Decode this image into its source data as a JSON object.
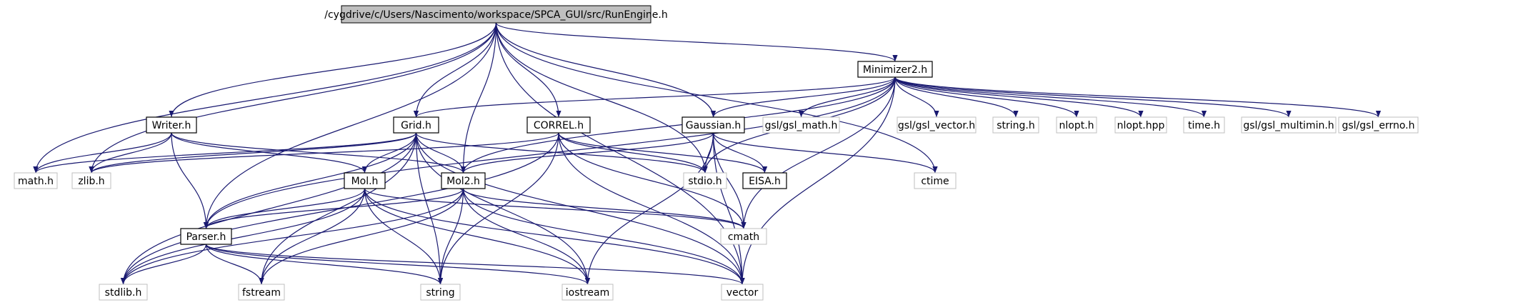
{
  "diagram": {
    "type": "include-dependency-graph",
    "root": "/cygdrive/c/Users/Nascimento/workspace/SPCA_GUI/src/RunEngine.h",
    "edge_color": "#191970",
    "nodes": [
      {
        "id": "root",
        "label": "/cygdrive/c/Users/Nascimento/workspace/SPCA_GUI/src/RunEngine.h",
        "style": "root"
      },
      {
        "id": "minimizer2",
        "label": "Minimizer2.h",
        "style": "solid"
      },
      {
        "id": "writer",
        "label": "Writer.h",
        "style": "solid"
      },
      {
        "id": "grid",
        "label": "Grid.h",
        "style": "solid"
      },
      {
        "id": "correl",
        "label": "CORREL.h",
        "style": "solid"
      },
      {
        "id": "gaussian",
        "label": "Gaussian.h",
        "style": "solid"
      },
      {
        "id": "gsl_math",
        "label": "gsl/gsl_math.h",
        "style": "external"
      },
      {
        "id": "gsl_vector",
        "label": "gsl/gsl_vector.h",
        "style": "external"
      },
      {
        "id": "string_h",
        "label": "string.h",
        "style": "external"
      },
      {
        "id": "nlopt_h",
        "label": "nlopt.h",
        "style": "external"
      },
      {
        "id": "nlopt_hpp",
        "label": "nlopt.hpp",
        "style": "external"
      },
      {
        "id": "time_h",
        "label": "time.h",
        "style": "external"
      },
      {
        "id": "gsl_multimin",
        "label": "gsl/gsl_multimin.h",
        "style": "external"
      },
      {
        "id": "gsl_errno",
        "label": "gsl/gsl_errno.h",
        "style": "external"
      },
      {
        "id": "math_h",
        "label": "math.h",
        "style": "external"
      },
      {
        "id": "zlib_h",
        "label": "zlib.h",
        "style": "external"
      },
      {
        "id": "mol",
        "label": "Mol.h",
        "style": "solid"
      },
      {
        "id": "mol2",
        "label": "Mol2.h",
        "style": "solid"
      },
      {
        "id": "stdio_h",
        "label": "stdio.h",
        "style": "external"
      },
      {
        "id": "eisa",
        "label": "EISA.h",
        "style": "solid"
      },
      {
        "id": "ctime",
        "label": "ctime",
        "style": "external"
      },
      {
        "id": "parser",
        "label": "Parser.h",
        "style": "solid"
      },
      {
        "id": "cmath",
        "label": "cmath",
        "style": "external"
      },
      {
        "id": "stdlib_h",
        "label": "stdlib.h",
        "style": "external"
      },
      {
        "id": "fstream",
        "label": "fstream",
        "style": "external"
      },
      {
        "id": "string",
        "label": "string",
        "style": "external"
      },
      {
        "id": "iostream",
        "label": "iostream",
        "style": "external"
      },
      {
        "id": "vector",
        "label": "vector",
        "style": "external"
      }
    ],
    "edges": [
      [
        "root",
        "minimizer2"
      ],
      [
        "root",
        "writer"
      ],
      [
        "root",
        "grid"
      ],
      [
        "root",
        "correl"
      ],
      [
        "root",
        "gaussian"
      ],
      [
        "root",
        "mol2"
      ],
      [
        "root",
        "stdio_h"
      ],
      [
        "root",
        "math_h"
      ],
      [
        "root",
        "zlib_h"
      ],
      [
        "root",
        "parser"
      ],
      [
        "root",
        "ctime"
      ],
      [
        "root",
        "vector"
      ],
      [
        "minimizer2",
        "grid"
      ],
      [
        "minimizer2",
        "mol2"
      ],
      [
        "minimizer2",
        "gaussian"
      ],
      [
        "minimizer2",
        "gsl_math"
      ],
      [
        "minimizer2",
        "gsl_vector"
      ],
      [
        "minimizer2",
        "string_h"
      ],
      [
        "minimizer2",
        "nlopt_h"
      ],
      [
        "minimizer2",
        "nlopt_hpp"
      ],
      [
        "minimizer2",
        "time_h"
      ],
      [
        "minimizer2",
        "gsl_multimin"
      ],
      [
        "minimizer2",
        "gsl_errno"
      ],
      [
        "minimizer2",
        "stdio_h"
      ],
      [
        "minimizer2",
        "cmath"
      ],
      [
        "minimizer2",
        "vector"
      ],
      [
        "minimizer2",
        "parser"
      ],
      [
        "writer",
        "math_h"
      ],
      [
        "writer",
        "zlib_h"
      ],
      [
        "writer",
        "mol"
      ],
      [
        "writer",
        "mol2"
      ],
      [
        "writer",
        "parser"
      ],
      [
        "grid",
        "math_h"
      ],
      [
        "grid",
        "zlib_h"
      ],
      [
        "grid",
        "mol"
      ],
      [
        "grid",
        "mol2"
      ],
      [
        "grid",
        "stdio_h"
      ],
      [
        "grid",
        "parser"
      ],
      [
        "grid",
        "stdlib_h"
      ],
      [
        "grid",
        "fstream"
      ],
      [
        "grid",
        "string"
      ],
      [
        "grid",
        "iostream"
      ],
      [
        "grid",
        "vector"
      ],
      [
        "correl",
        "zlib_h"
      ],
      [
        "correl",
        "stdio_h"
      ],
      [
        "correl",
        "eisa"
      ],
      [
        "correl",
        "cmath"
      ],
      [
        "correl",
        "string"
      ],
      [
        "correl",
        "vector"
      ],
      [
        "correl",
        "stdlib_h"
      ],
      [
        "gaussian",
        "mol2"
      ],
      [
        "gaussian",
        "stdio_h"
      ],
      [
        "gaussian",
        "eisa"
      ],
      [
        "gaussian",
        "ctime"
      ],
      [
        "gaussian",
        "cmath"
      ],
      [
        "gaussian",
        "vector"
      ],
      [
        "gaussian",
        "iostream"
      ],
      [
        "mol",
        "parser"
      ],
      [
        "mol",
        "stdlib_h"
      ],
      [
        "mol",
        "fstream"
      ],
      [
        "mol",
        "string"
      ],
      [
        "mol",
        "iostream"
      ],
      [
        "mol",
        "cmath"
      ],
      [
        "mol",
        "vector"
      ],
      [
        "mol2",
        "parser"
      ],
      [
        "mol2",
        "stdlib_h"
      ],
      [
        "mol2",
        "fstream"
      ],
      [
        "mol2",
        "string"
      ],
      [
        "mol2",
        "iostream"
      ],
      [
        "mol2",
        "cmath"
      ],
      [
        "mol2",
        "vector"
      ],
      [
        "parser",
        "stdlib_h"
      ],
      [
        "parser",
        "fstream"
      ],
      [
        "parser",
        "string"
      ],
      [
        "parser",
        "iostream"
      ],
      [
        "parser",
        "vector"
      ]
    ]
  }
}
